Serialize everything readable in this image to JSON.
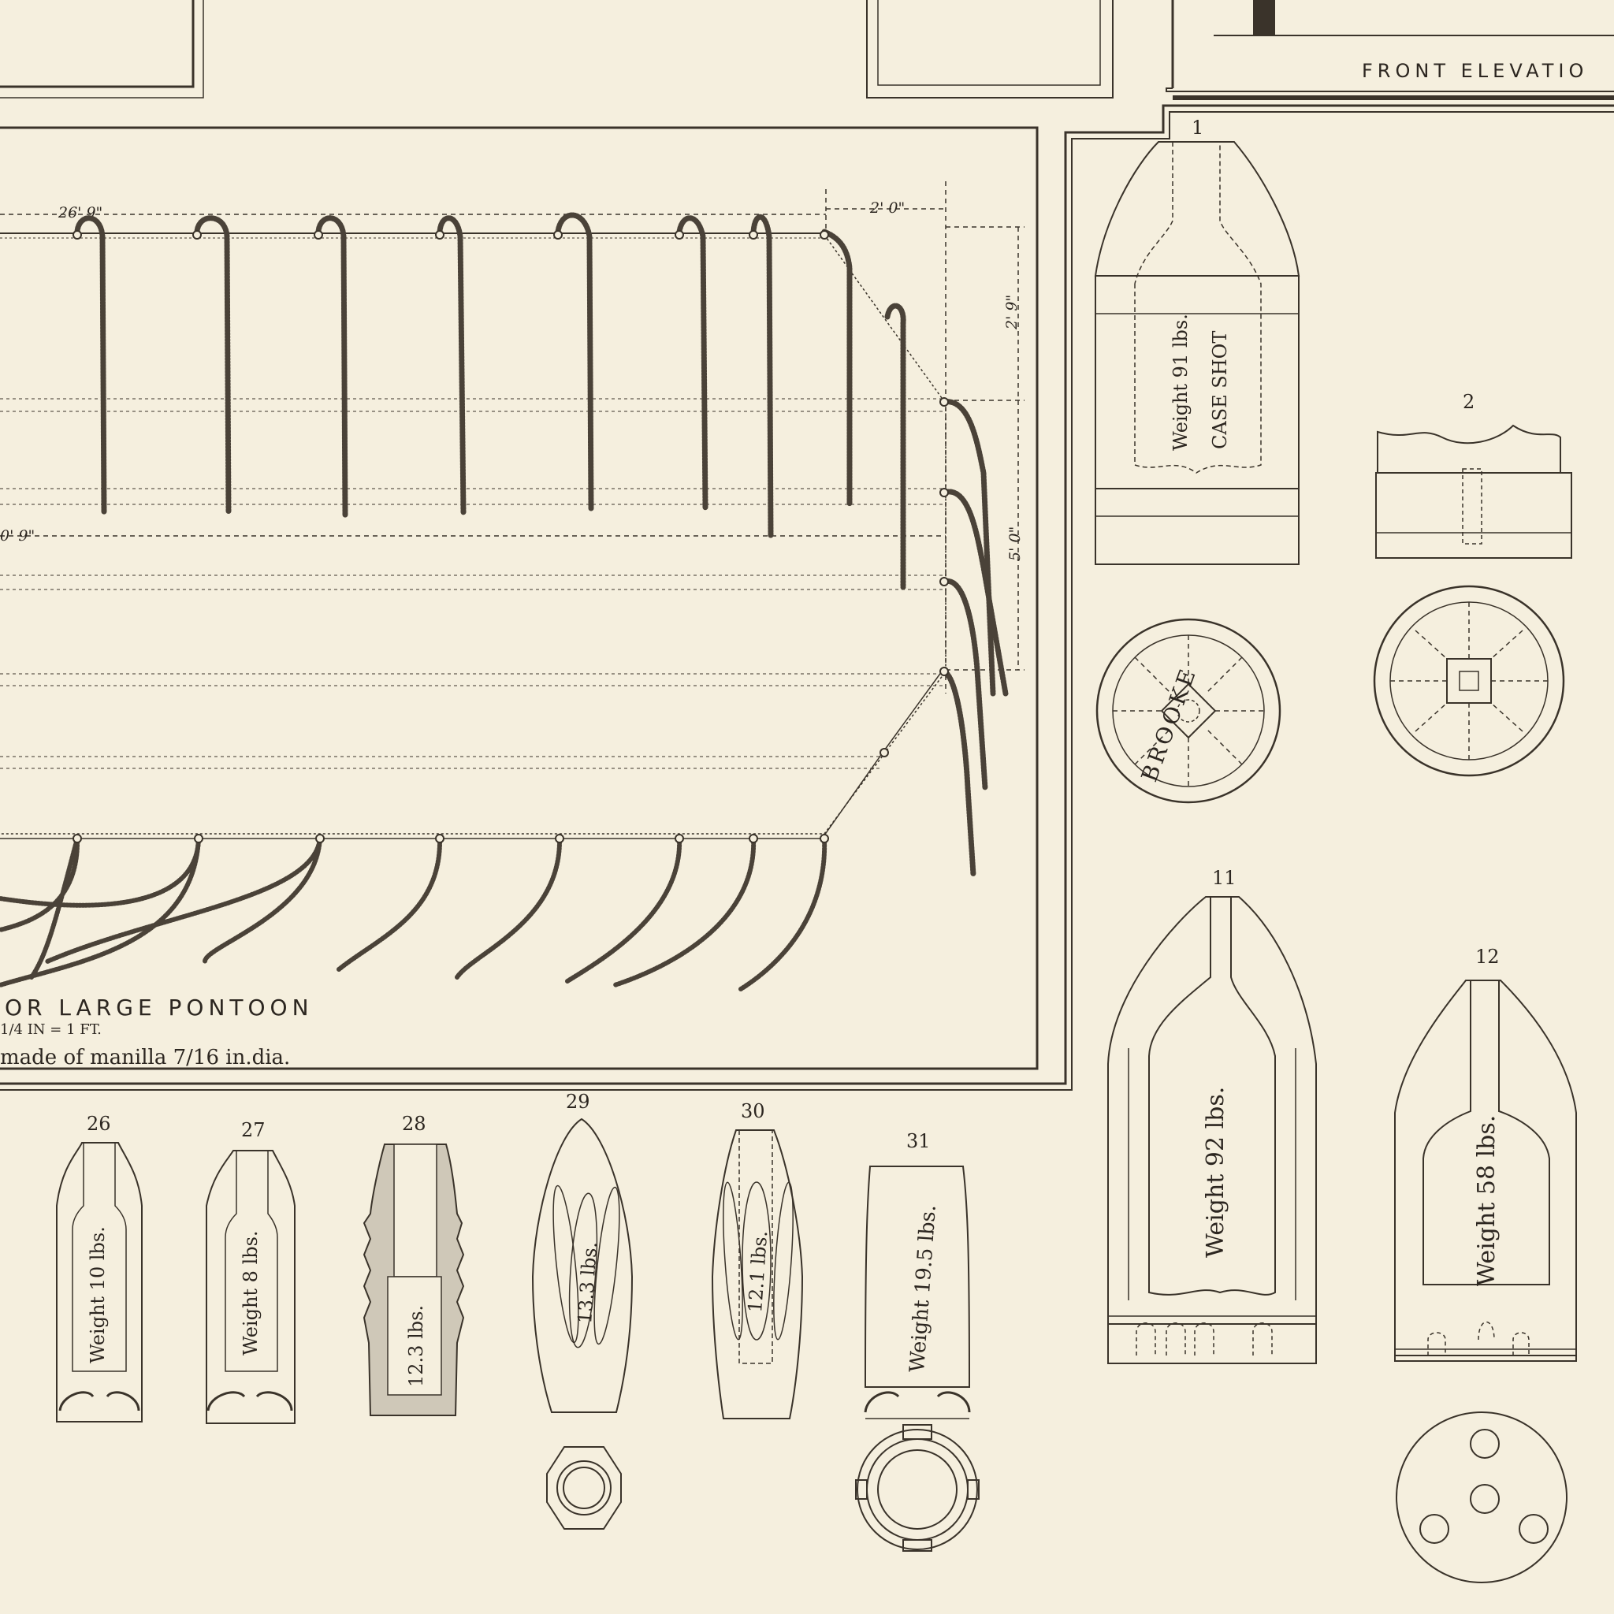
{
  "front_elevation_label": "FRONT ELEVATIO",
  "pontoon": {
    "title": "OR LARGE PONTOON",
    "scale": "1/4 IN = 1 FT.",
    "note": "made of manilla 7/16 in.dia.",
    "dims": {
      "top_length": "26' 9\"",
      "end_width": "2' 0\"",
      "side_depth": "2' 9\"",
      "mid_length": "0' 9\"",
      "end_depth": "5' 0\""
    }
  },
  "projectiles": [
    {
      "num": "1",
      "text": "Weight 91 lbs.",
      "text2": "CASE SHOT"
    },
    {
      "num": "2"
    },
    {
      "brand": "BROOKE"
    },
    {
      "num": "11",
      "text": "Weight 92 lbs."
    },
    {
      "num": "12",
      "text": "Weight 58 lbs."
    },
    {
      "num": "26",
      "text": "Weight 10 lbs."
    },
    {
      "num": "27",
      "text": "Weight 8 lbs."
    },
    {
      "num": "28",
      "text": "12.3 lbs."
    },
    {
      "num": "29",
      "text": "13.3 lbs."
    },
    {
      "num": "30",
      "text": "12.1 lbs."
    },
    {
      "num": "31",
      "text": "Weight 19.5 lbs."
    }
  ]
}
